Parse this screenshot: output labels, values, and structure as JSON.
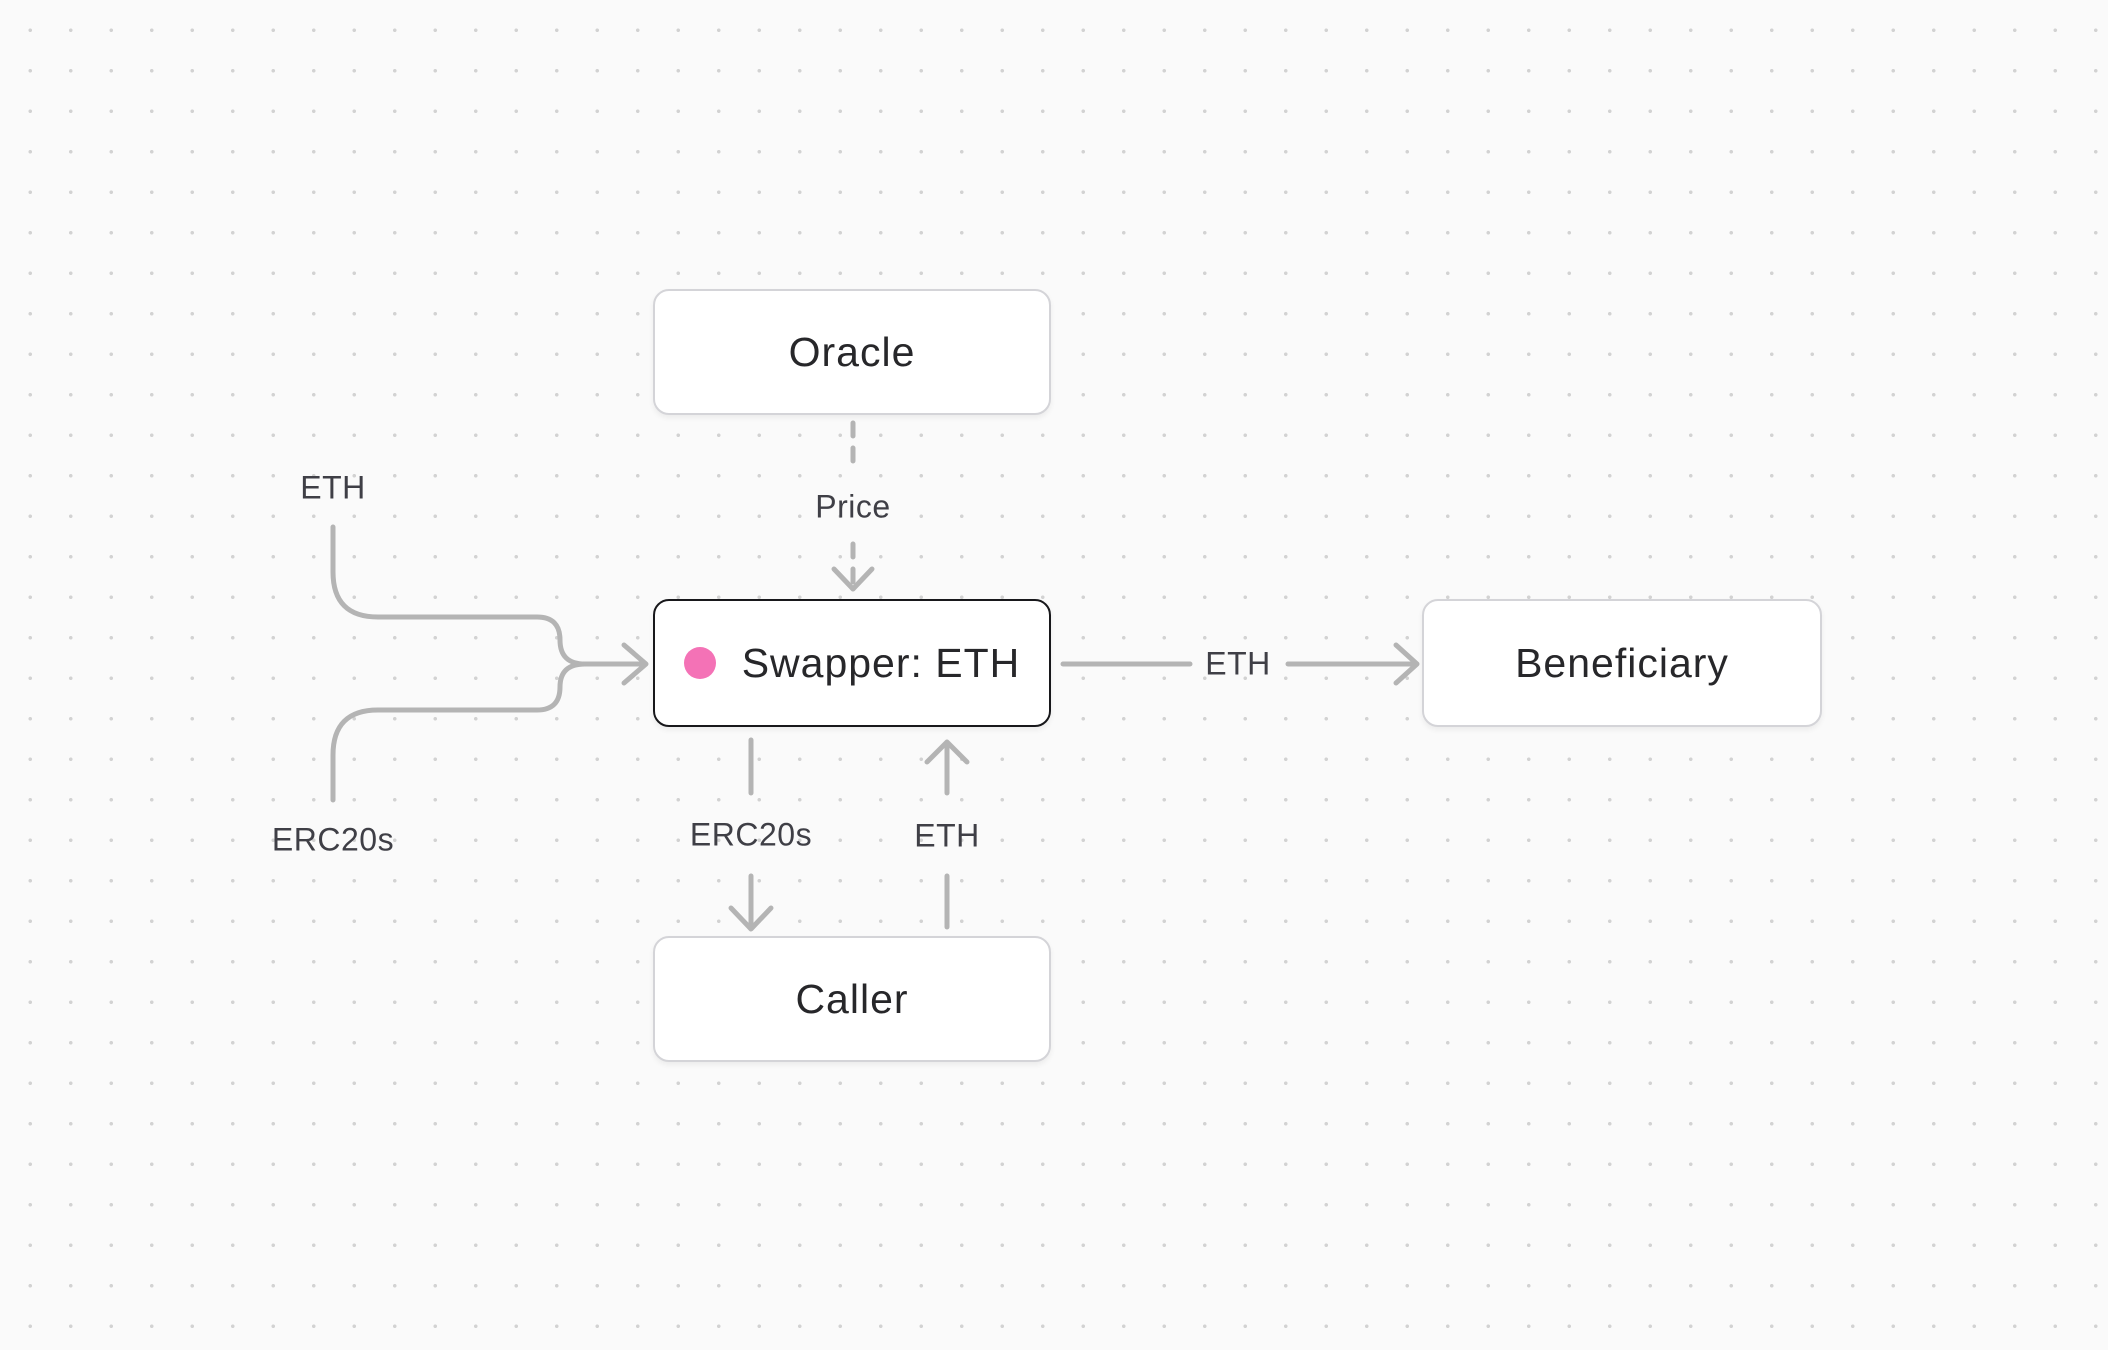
{
  "colors": {
    "edge": "#b4b4b4",
    "status_dot": "#f472b6"
  },
  "nodes": {
    "oracle": "Oracle",
    "swapper": "Swapper: ETH",
    "beneficiary": "Beneficiary",
    "caller": "Caller"
  },
  "edges": {
    "input_eth": "ETH",
    "input_erc20s": "ERC20s",
    "price": "Price",
    "swapper_to_beneficiary": "ETH",
    "swapper_to_caller": "ERC20s",
    "caller_to_swapper": "ETH"
  }
}
